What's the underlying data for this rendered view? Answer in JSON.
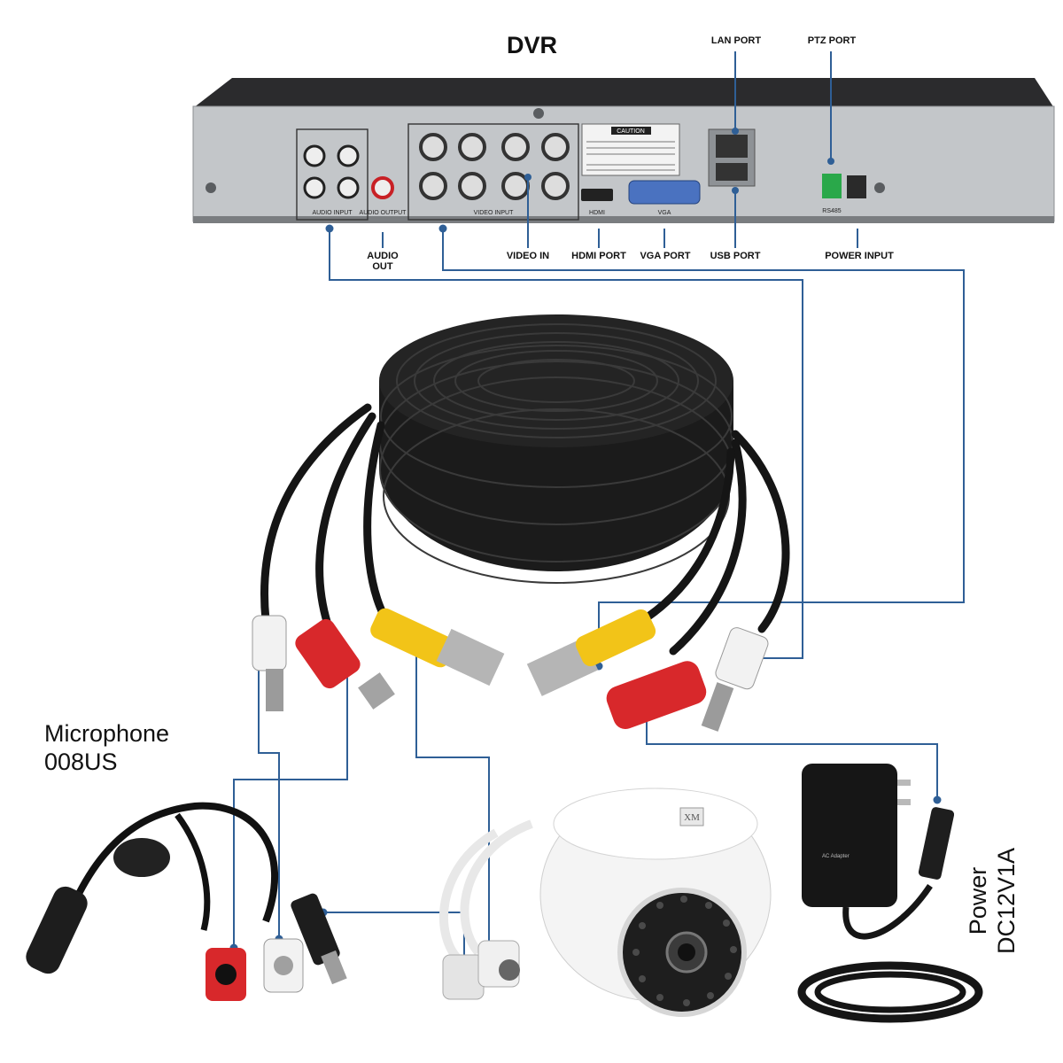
{
  "title": "DVR",
  "dvr": {
    "port_labels": {
      "audio_input": "AUDIO INPUT",
      "audio_output": "AUDIO OUTPUT",
      "video_input": "VIDEO INPUT",
      "hdmi": "HDMI",
      "vga": "VGA",
      "caution": "CAUTION",
      "rs485": "RS485"
    }
  },
  "callouts": {
    "lan_port": "LAN PORT",
    "ptz_port": "PTZ PORT",
    "audio_out": "AUDIO OUT",
    "video_in": "VIDEO IN",
    "hdmi_port": "HDMI PORT",
    "vga_port": "VGA PORT",
    "usb_port": "USB PORT",
    "power_input": "POWER INPUT"
  },
  "microphone": {
    "line1": "Microphone",
    "line2": "008US"
  },
  "power": {
    "line1": "Power",
    "line2": "DC12V1A"
  },
  "camera": {
    "brand": "XM"
  },
  "adapter": {
    "label": "AC Adapter"
  },
  "colors": {
    "connector_line": "#2f5f96",
    "cable": "#151515",
    "rca_white": "#f2f2f2",
    "rca_red": "#d8282b",
    "bnc_yellow": "#f2c418",
    "dvr_body": "#bfc2c5"
  }
}
